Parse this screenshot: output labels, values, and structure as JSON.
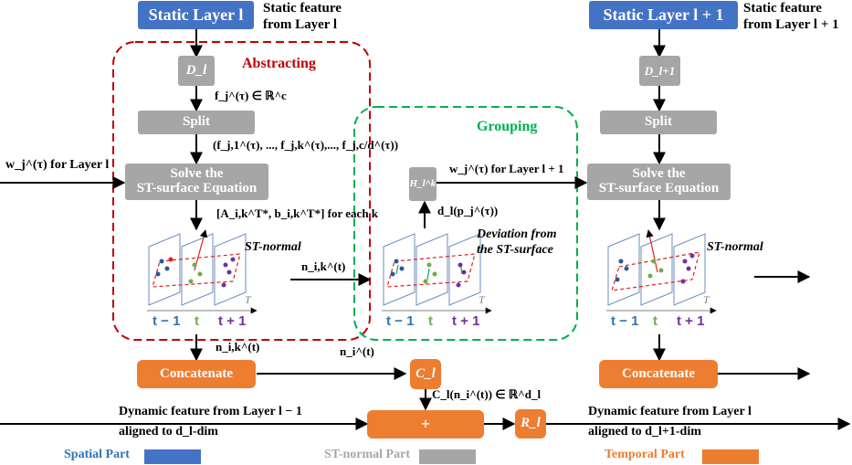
{
  "colors": {
    "spatial": "#4472c4",
    "st_normal": "#a6a6a6",
    "temporal": "#ed7d31",
    "abstracting": "#c00000",
    "grouping": "#00b050"
  },
  "static_l": {
    "title": "Static Layer l",
    "feature_note_1": "Static feature",
    "feature_note_2": "from Layer l"
  },
  "static_l1": {
    "title": "Static Layer l + 1",
    "feature_note_1": "Static feature",
    "feature_note_2": "from Layer l + 1"
  },
  "abstracting": {
    "title": "Abstracting"
  },
  "grouping": {
    "title": "Grouping"
  },
  "left_col": {
    "D": "D_l",
    "f_label": "f_j^(τ) ∈ ℝ^c",
    "split": "Split",
    "split_out": "(f_j,1^(τ), ..., f_j,k^(τ),..., f_j,c/d^(τ))",
    "solve": "Solve the\nST-surface Equation",
    "coeff": "[A_i,k^T*, b_i,k^T*] for each k",
    "st_normal": "ST-normal",
    "n_ik": "n_i,k^(t)",
    "concat": "Concatenate"
  },
  "w_in": "w_j^(τ) for Layer l",
  "n_ik_mid": "n_i,k^(t)",
  "grouping_col": {
    "H": "H_l^k",
    "w_out": "w_j^(τ) for Layer l + 1",
    "d": "d_l(p_j^(τ))",
    "deviation_1": "Deviation from",
    "deviation_2": "the ST-surface"
  },
  "right_col": {
    "D": "D_l+1",
    "split": "Split",
    "solve": "Solve the\nST-surface Equation",
    "st_normal": "ST-normal",
    "concat": "Concatenate"
  },
  "time_labels": {
    "prev": "t − 1",
    "cur": "t",
    "next": "t + 1",
    "axis": "T"
  },
  "temporal": {
    "n_i": "n_i^(t)",
    "C": "C_l",
    "C_out": "C_l(n_i^(t)) ∈ ℝ^d_l",
    "plus": "+",
    "R": "R_l",
    "dyn_in_1": "Dynamic feature from Layer l − 1",
    "dyn_in_2": "aligned to d_l-dim",
    "dyn_out_1": "Dynamic feature from Layer l",
    "dyn_out_2": "aligned to d_l+1-dim"
  },
  "legend": {
    "spatial": "Spatial Part",
    "st_normal": "ST-normal Part",
    "temporal": "Temporal Part"
  }
}
